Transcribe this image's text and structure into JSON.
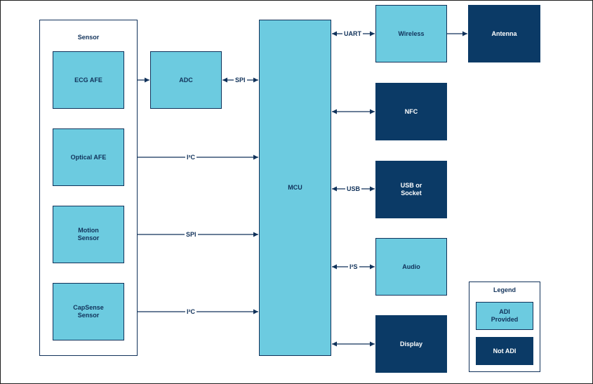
{
  "diagram": {
    "groups": {
      "sensor": "Sensor",
      "legend": "Legend"
    },
    "blocks": {
      "ecg_afe": "ECG AFE",
      "adc": "ADC",
      "optical_afe": "Optical AFE",
      "motion_sensor": "Motion\nSensor",
      "capsense_sensor": "CapSense\nSensor",
      "mcu": "MCU",
      "wireless": "Wireless",
      "antenna": "Antenna",
      "nfc": "NFC",
      "usb_socket": "USB or\nSocket",
      "audio": "Audio",
      "display": "Display"
    },
    "legend_items": {
      "adi_provided": "ADI\nProvided",
      "not_adi": "Not ADI"
    },
    "connections": {
      "adc_mcu": "SPI",
      "optical_mcu": "I²C",
      "motion_mcu": "SPI",
      "capsense_mcu": "I²C",
      "mcu_wireless": "UART",
      "mcu_usb": "USB",
      "mcu_audio": "I²S"
    },
    "colors": {
      "adi_fill": "#6ccbe0",
      "not_adi_fill": "#0b3a66",
      "line": "#11325a"
    }
  }
}
